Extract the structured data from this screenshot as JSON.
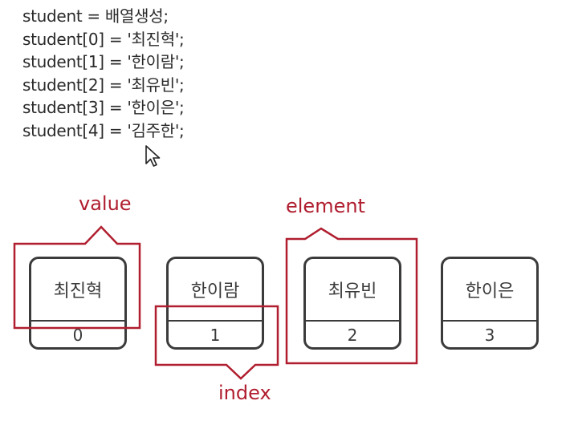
{
  "code": {
    "lines": [
      "student = 배열생성;",
      "student[0] = '최진혁';",
      "student[1] = '한이람';",
      "student[2] = '최유빈';",
      "student[3] = '한이은';",
      "student[4] = '김주한';"
    ]
  },
  "array": {
    "elements": [
      {
        "value": "최진혁",
        "index": "0"
      },
      {
        "value": "한이람",
        "index": "1"
      },
      {
        "value": "최유빈",
        "index": "2"
      },
      {
        "value": "한이은",
        "index": "3"
      }
    ]
  },
  "labels": {
    "value": "value",
    "element": "element",
    "index": "index"
  },
  "colors": {
    "highlight": "#b01e2f",
    "box_border": "#3b3b3b",
    "text": "#2a2a2a"
  },
  "icons": {
    "cursor": "mouse-pointer-icon"
  }
}
